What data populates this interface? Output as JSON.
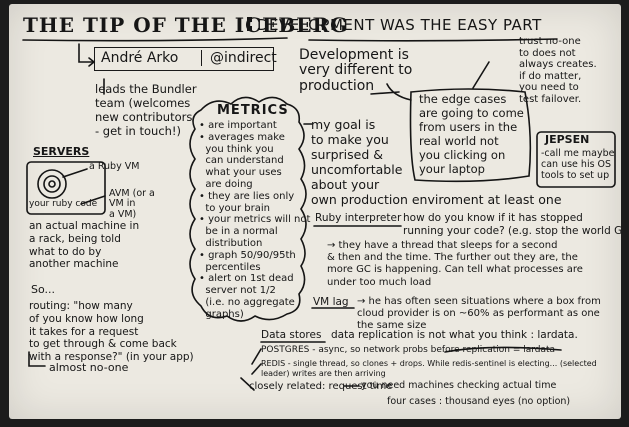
{
  "title": {
    "main": "THE TIP OF THE ICEBERG",
    "sub": "DEVELOPMENT WAS THE EASY PART"
  },
  "speaker": {
    "name": "André Arko",
    "handle": "@indirect",
    "bio": "leads the Bundler\nteam (welcomes\nnew contributors\n- get in touch!)"
  },
  "dev_different": "Development is\nvery different to\nproduction",
  "edge_cases": "the edge cases\nare going to come\nfrom users in the\nreal world not\nyou clicking on\nyour laptop",
  "trust": "trust no-one\nto does not\nalways creates.\nif do matter,\nyou need to\ntest failover.",
  "jepsen": {
    "title": "JEPSEN",
    "text": "-call me maybe\ncan use his OS\ntools to set up"
  },
  "goal": "my goal is\nto make you\nsurprised &\nuncomfortable\nabout your\nown production enviroment at least one",
  "metrics": {
    "title": "METRICS",
    "items": "• are important\n• averages make\n  you think you\n  can understand\n  what your uses\n  are doing\n• they are lies only\n  to your brain\n• your metrics will not\n  be in a normal\n  distribution\n• graph 50/90/95th\n  percentiles\n• alert on 1st dead\n  server not 1/2\n  (i.e. no aggregate\n  graphs)"
  },
  "servers": {
    "heading": "SERVERS",
    "ruby_vm": "a Ruby VM",
    "your_code": "your ruby code",
    "avm": "AVM (or a\nVM in\na VM)",
    "machine": "an actual machine in\na rack, being told\nwhat to do by\nanother machine",
    "so": "So..."
  },
  "routing": {
    "text": "routing: \"how many\nof you know how long\nit takes for a request\nto get through & come back\nwith a response?\" (in your app)",
    "answer": "almost no-one"
  },
  "ruby_interpreter": {
    "label": "Ruby interpreter",
    "text": "how do you know if it has stopped\nrunning your code? (e.g. stop the world GC)",
    "detail": "→ they have a thread that sleeps for a second\n& then and the time. The further out they are, the\nmore GC is happening. Can tell what processes are\nunder too much load"
  },
  "vm_lag": {
    "label": "VM lag",
    "text": "→ he has often seen situations where a box from\ncloud provider is on ~60% as performant as one\nthe same size"
  },
  "data_stores": {
    "label": "Data stores",
    "text": "data replication is not what you think : lardata.",
    "postgres": "POSTGRES - async, so network probs before replication = lardata",
    "redis": "REDIS - single thread, so clones + drops. While redis-sentinel is electing... (selected\nleader) writes are then arriving",
    "related_label": "closely related: request time",
    "related_text": "you need machines checking actual time",
    "four_cases": "four cases : thousand eyes (no option)"
  }
}
